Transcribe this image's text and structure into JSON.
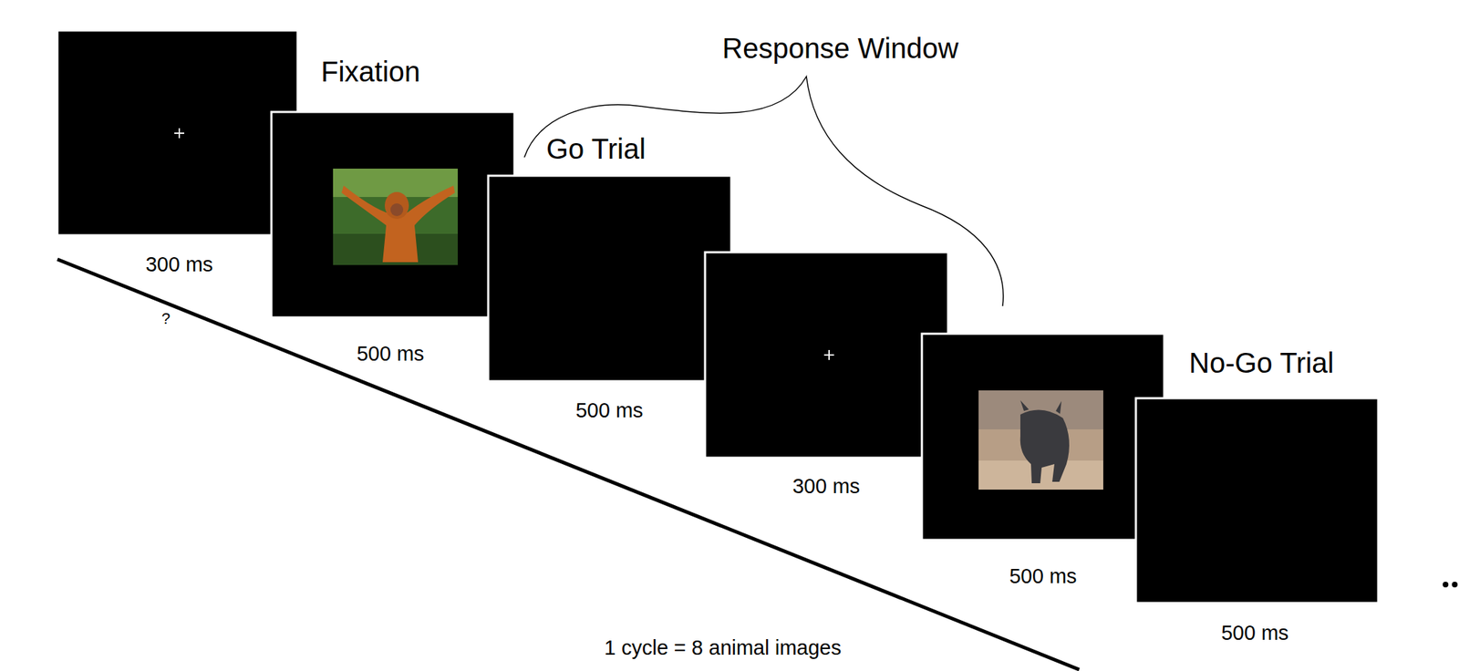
{
  "diagram": {
    "labels": [
      "Fixation",
      "Response Window",
      "Go Trial",
      "No-Go Trial",
      "300 ms",
      "500 ms",
      "500 ms",
      "300 ms",
      "500 ms",
      "500 ms",
      "?",
      "1 cycle = 8 animal images"
    ]
  }
}
